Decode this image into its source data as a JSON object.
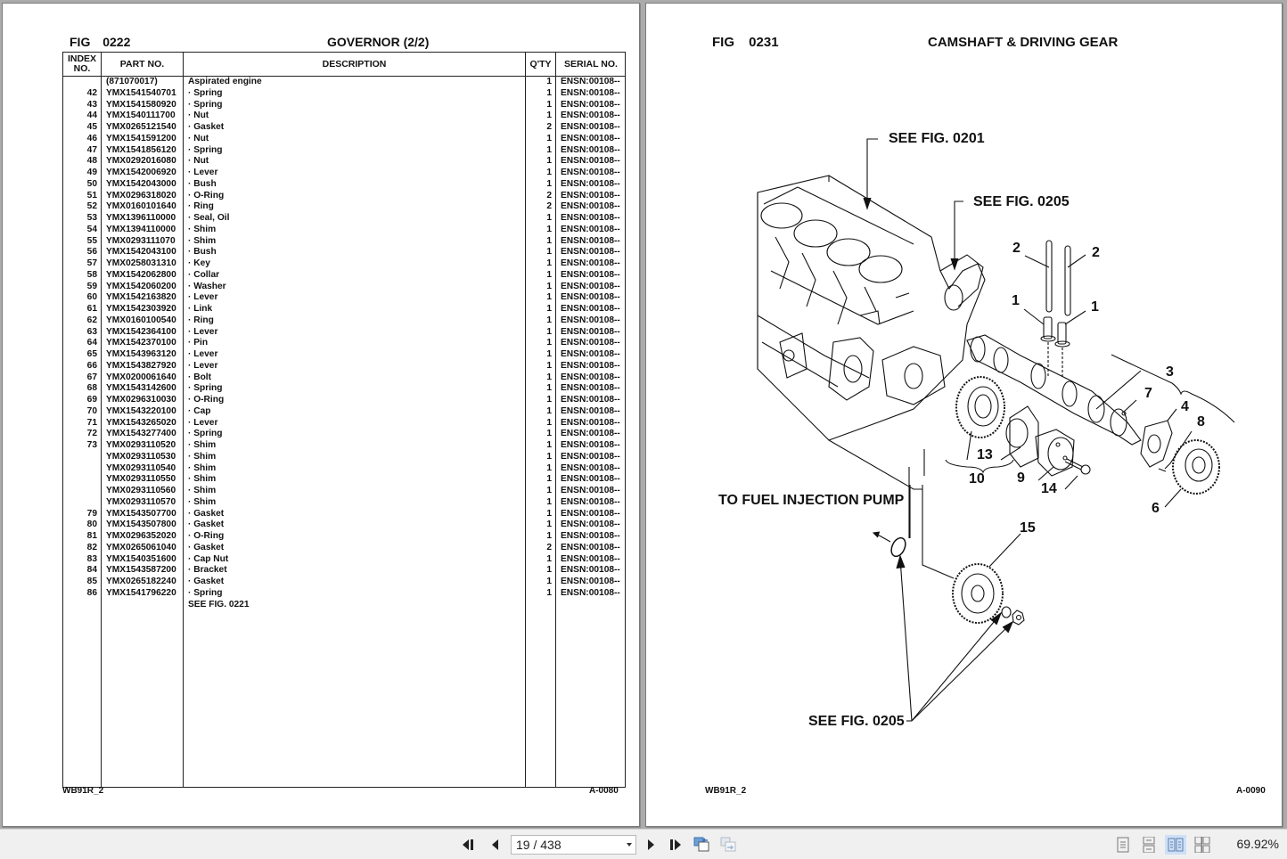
{
  "left_page": {
    "fig_label": "FIG",
    "fig_number": "0222",
    "title": "GOVERNOR (2/2)",
    "columns": {
      "index": "INDEX NO.",
      "part_no": "PART NO.",
      "description": "DESCRIPTION",
      "qty": "Q'TY",
      "serial_no": "SERIAL NO."
    },
    "rows": [
      {
        "index": "",
        "part": "(871070017)",
        "desc": "Aspirated engine",
        "qty": "1",
        "serial": "ENSN:00108--"
      },
      {
        "index": "42",
        "part": "YMX1541540701",
        "desc": "· Spring",
        "qty": "1",
        "serial": "ENSN:00108--"
      },
      {
        "index": "43",
        "part": "YMX1541580920",
        "desc": "· Spring",
        "qty": "1",
        "serial": "ENSN:00108--"
      },
      {
        "index": "44",
        "part": "YMX1540111700",
        "desc": "· Nut",
        "qty": "1",
        "serial": "ENSN:00108--"
      },
      {
        "index": "45",
        "part": "YMX0265121540",
        "desc": "· Gasket",
        "qty": "2",
        "serial": "ENSN:00108--"
      },
      {
        "index": "46",
        "part": "YMX1541591200",
        "desc": "· Nut",
        "qty": "1",
        "serial": "ENSN:00108--"
      },
      {
        "index": "47",
        "part": "YMX1541856120",
        "desc": "· Spring",
        "qty": "1",
        "serial": "ENSN:00108--"
      },
      {
        "index": "48",
        "part": "YMX0292016080",
        "desc": "· Nut",
        "qty": "1",
        "serial": "ENSN:00108--"
      },
      {
        "index": "49",
        "part": "YMX1542006920",
        "desc": "· Lever",
        "qty": "1",
        "serial": "ENSN:00108--"
      },
      {
        "index": "50",
        "part": "YMX1542043000",
        "desc": "· Bush",
        "qty": "1",
        "serial": "ENSN:00108--"
      },
      {
        "index": "51",
        "part": "YMX0296318020",
        "desc": "· O-Ring",
        "qty": "2",
        "serial": "ENSN:00108--"
      },
      {
        "index": "52",
        "part": "YMX0160101640",
        "desc": "· Ring",
        "qty": "2",
        "serial": "ENSN:00108--"
      },
      {
        "index": "53",
        "part": "YMX1396110000",
        "desc": "· Seal, Oil",
        "qty": "1",
        "serial": "ENSN:00108--"
      },
      {
        "index": "54",
        "part": "YMX1394110000",
        "desc": "· Shim",
        "qty": "1",
        "serial": "ENSN:00108--"
      },
      {
        "index": "55",
        "part": "YMX0293111070",
        "desc": "· Shim",
        "qty": "1",
        "serial": "ENSN:00108--"
      },
      {
        "index": "56",
        "part": "YMX1542043100",
        "desc": "· Bush",
        "qty": "1",
        "serial": "ENSN:00108--"
      },
      {
        "index": "57",
        "part": "YMX0258031310",
        "desc": "· Key",
        "qty": "1",
        "serial": "ENSN:00108--"
      },
      {
        "index": "58",
        "part": "YMX1542062800",
        "desc": "· Collar",
        "qty": "1",
        "serial": "ENSN:00108--"
      },
      {
        "index": "59",
        "part": "YMX1542060200",
        "desc": "· Washer",
        "qty": "1",
        "serial": "ENSN:00108--"
      },
      {
        "index": "60",
        "part": "YMX1542163820",
        "desc": "· Lever",
        "qty": "1",
        "serial": "ENSN:00108--"
      },
      {
        "index": "61",
        "part": "YMX1542303920",
        "desc": "· Link",
        "qty": "1",
        "serial": "ENSN:00108--"
      },
      {
        "index": "62",
        "part": "YMX0160100540",
        "desc": "· Ring",
        "qty": "1",
        "serial": "ENSN:00108--"
      },
      {
        "index": "63",
        "part": "YMX1542364100",
        "desc": "· Lever",
        "qty": "1",
        "serial": "ENSN:00108--"
      },
      {
        "index": "64",
        "part": "YMX1542370100",
        "desc": "· Pin",
        "qty": "1",
        "serial": "ENSN:00108--"
      },
      {
        "index": "65",
        "part": "YMX1543963120",
        "desc": "· Lever",
        "qty": "1",
        "serial": "ENSN:00108--"
      },
      {
        "index": "66",
        "part": "YMX1543827920",
        "desc": "· Lever",
        "qty": "1",
        "serial": "ENSN:00108--"
      },
      {
        "index": "67",
        "part": "YMX0200061640",
        "desc": "· Bolt",
        "qty": "1",
        "serial": "ENSN:00108--"
      },
      {
        "index": "68",
        "part": "YMX1543142600",
        "desc": "· Spring",
        "qty": "1",
        "serial": "ENSN:00108--"
      },
      {
        "index": "69",
        "part": "YMX0296310030",
        "desc": "· O-Ring",
        "qty": "1",
        "serial": "ENSN:00108--"
      },
      {
        "index": "70",
        "part": "YMX1543220100",
        "desc": "· Cap",
        "qty": "1",
        "serial": "ENSN:00108--"
      },
      {
        "index": "71",
        "part": "YMX1543265020",
        "desc": "· Lever",
        "qty": "1",
        "serial": "ENSN:00108--"
      },
      {
        "index": "72",
        "part": "YMX1543277400",
        "desc": "· Spring",
        "qty": "1",
        "serial": "ENSN:00108--"
      },
      {
        "index": "73",
        "part": "YMX0293110520",
        "desc": "· Shim",
        "qty": "1",
        "serial": "ENSN:00108--"
      },
      {
        "index": "",
        "part": "YMX0293110530",
        "desc": "· Shim",
        "qty": "1",
        "serial": "ENSN:00108--"
      },
      {
        "index": "",
        "part": "YMX0293110540",
        "desc": "· Shim",
        "qty": "1",
        "serial": "ENSN:00108--"
      },
      {
        "index": "",
        "part": "YMX0293110550",
        "desc": "· Shim",
        "qty": "1",
        "serial": "ENSN:00108--"
      },
      {
        "index": "",
        "part": "YMX0293110560",
        "desc": "· Shim",
        "qty": "1",
        "serial": "ENSN:00108--"
      },
      {
        "index": "",
        "part": "YMX0293110570",
        "desc": "· Shim",
        "qty": "1",
        "serial": "ENSN:00108--"
      },
      {
        "index": "79",
        "part": "YMX1543507700",
        "desc": "· Gasket",
        "qty": "1",
        "serial": "ENSN:00108--"
      },
      {
        "index": "80",
        "part": "YMX1543507800",
        "desc": "· Gasket",
        "qty": "1",
        "serial": "ENSN:00108--"
      },
      {
        "index": "81",
        "part": "YMX0296352020",
        "desc": "· O-Ring",
        "qty": "1",
        "serial": "ENSN:00108--"
      },
      {
        "index": "82",
        "part": "YMX0265061040",
        "desc": "· Gasket",
        "qty": "2",
        "serial": "ENSN:00108--"
      },
      {
        "index": "83",
        "part": "YMX1540351600",
        "desc": "· Cap Nut",
        "qty": "1",
        "serial": "ENSN:00108--"
      },
      {
        "index": "84",
        "part": "YMX1543587200",
        "desc": "· Bracket",
        "qty": "1",
        "serial": "ENSN:00108--"
      },
      {
        "index": "85",
        "part": "YMX0265182240",
        "desc": "· Gasket",
        "qty": "1",
        "serial": "ENSN:00108--"
      },
      {
        "index": "86",
        "part": "YMX1541796220",
        "desc": "· Spring",
        "qty": "1",
        "serial": "ENSN:00108--"
      },
      {
        "index": "",
        "part": "",
        "desc": "SEE FIG. 0221",
        "qty": "",
        "serial": ""
      }
    ],
    "footer_left": "WB91R_2",
    "footer_right": "A-0080"
  },
  "right_page": {
    "fig_label": "FIG",
    "fig_number": "0231",
    "title": "CAMSHAFT & DRIVING GEAR",
    "callouts": {
      "see_fig_0201": "SEE FIG. 0201",
      "see_fig_0205_top": "SEE FIG. 0205",
      "to_fuel_pump": "TO FUEL INJECTION PUMP",
      "see_fig_0205_bottom": "SEE FIG. 0205"
    },
    "item_numbers": {
      "n2a": "2",
      "n2b": "2",
      "n1a": "1",
      "n1b": "1",
      "n3": "3",
      "n7": "7",
      "n4": "4",
      "n8": "8",
      "n13": "13",
      "n10": "10",
      "n9": "9",
      "n14": "14",
      "n6": "6",
      "n15": "15"
    },
    "footer_left": "WB91R_2",
    "footer_right": "A-0090"
  },
  "toolbar": {
    "page_display": "19 / 438",
    "zoom": "69.92%",
    "icons": {
      "first": "first-page-icon",
      "prev": "previous-page-icon",
      "next": "next-page-icon",
      "last": "last-page-icon",
      "back_view": "previous-view-icon",
      "fwd_view": "next-view-icon",
      "single": "single-page-view-icon",
      "continuous": "continuous-view-icon",
      "facing": "facing-pages-view-icon",
      "continuous_facing": "continuous-facing-view-icon"
    },
    "active_view": "facing"
  }
}
